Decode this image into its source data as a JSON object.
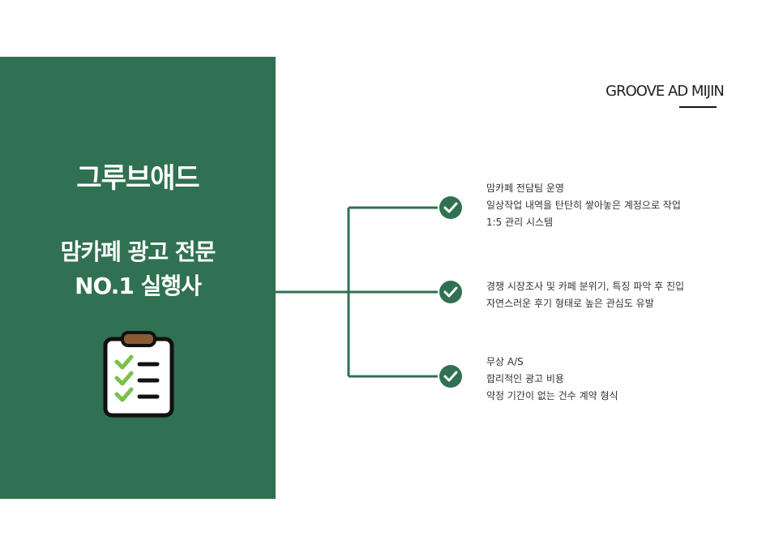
{
  "panel": {
    "brand_name": "그루브애드",
    "tagline_line1": "맘카페 광고 전문",
    "tagline_line2": "NO.1 실행사",
    "icon": "clipboard-checklist-icon",
    "background_color": "#2f7150"
  },
  "logo": {
    "text": "GROOVE AD MIJIN"
  },
  "features": [
    {
      "icon": "check-circle-icon",
      "lines": [
        "맘카페 전담팀 운영",
        "일상작업 내역을 탄탄히 쌓아놓은 계정으로 작업",
        "1:5 관리 시스템"
      ]
    },
    {
      "icon": "check-circle-icon",
      "lines": [
        "경쟁 시장조사 및 카페 분위기, 특징 파악 후 진입",
        "자연스러운 후기 형태로 높은 관심도 유발"
      ]
    },
    {
      "icon": "check-circle-icon",
      "lines": [
        "무상 A/S",
        "합리적인 광고 비용",
        "약정 기간이 없는 건수 계약 형식"
      ]
    }
  ],
  "accent_color": "#2f7150"
}
